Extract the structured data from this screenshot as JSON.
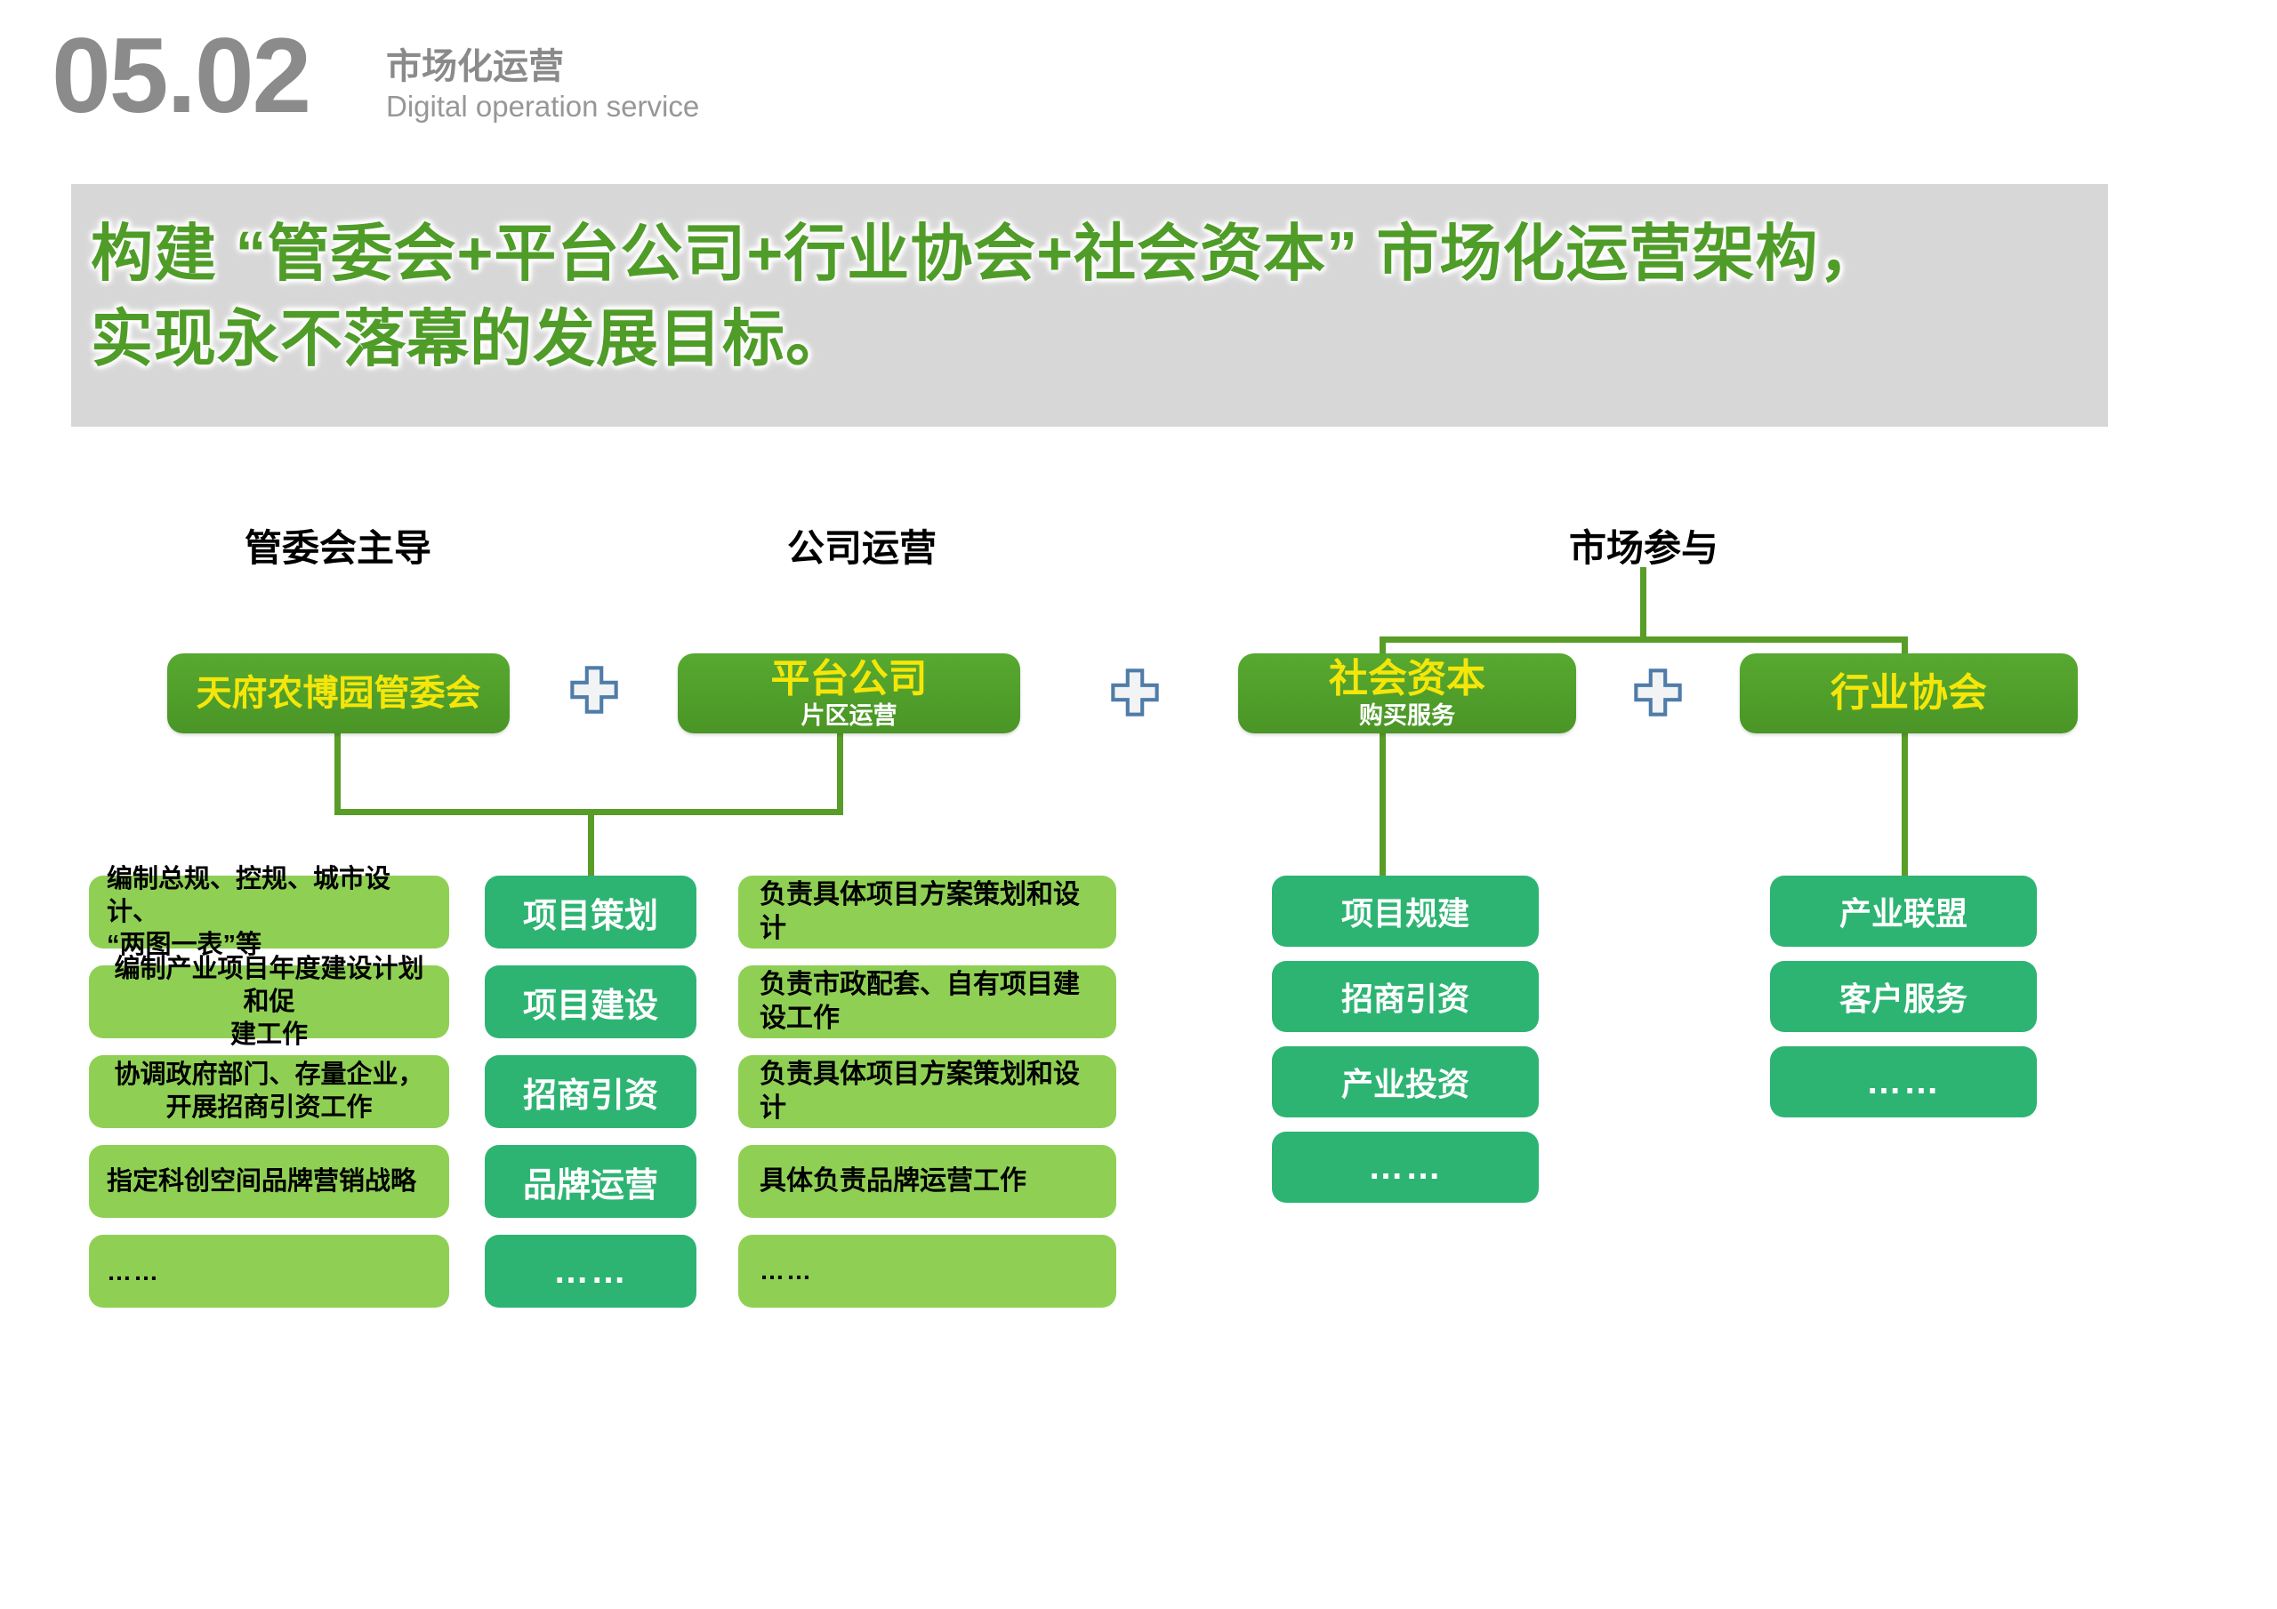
{
  "header": {
    "section_number": "05.02",
    "title_zh": "市场化运营",
    "title_en": "Digital operation service"
  },
  "banner": {
    "line1": "构建 “管委会+平台公司+行业协会+社会资本” 市场化运营架构，",
    "line2": "实现永不落幕的发展目标。"
  },
  "group_labels": {
    "mgmt": "管委会主导",
    "company": "公司运营",
    "market": "市场参与"
  },
  "org_boxes": {
    "mgmt": {
      "title": "天府农博园管委会"
    },
    "platform": {
      "title": "平台公司",
      "subtitle": "片区运营"
    },
    "capital": {
      "title": "社会资本",
      "subtitle": "购买服务"
    },
    "association": {
      "title": "行业协会"
    }
  },
  "tasks": {
    "mgmt": [
      "编制总规、控规、城市设计、\n“两图一表”等",
      "编制产业项目年度建设计划和促\n建工作",
      "协调政府部门、存量企业，\n开展招商引资工作",
      "指定科创空间品牌营销战略",
      "……"
    ],
    "platform_functions": [
      "项目策划",
      "项目建设",
      "招商引资",
      "品牌运营",
      "……"
    ],
    "platform_details": [
      "负责具体项目方案策划和设计",
      "负责市政配套、自有项目建设工作",
      "负责具体项目方案策划和设计",
      "具体负责品牌运营工作",
      "……"
    ],
    "capital_functions": [
      "项目规建",
      "招商引资",
      "产业投资",
      "……"
    ],
    "association_functions": [
      "产业联盟",
      "客户服务",
      "……"
    ]
  },
  "colors": {
    "slide_bg": "#ffffff",
    "banner_bg": "#d7d7d7",
    "banner_text_green": "#4f9c28",
    "org_box_green_top": "#57a930",
    "org_box_green_bottom": "#4a9526",
    "org_title_yellow": "#f5e60a",
    "task_light_green": "#8fd054",
    "task_emerald_green": "#2db473",
    "connector_green": "#579d27",
    "header_gray": "#8b8b8b",
    "plus_fill": "#f1f3f5",
    "plus_border": "#4f7ca8"
  }
}
